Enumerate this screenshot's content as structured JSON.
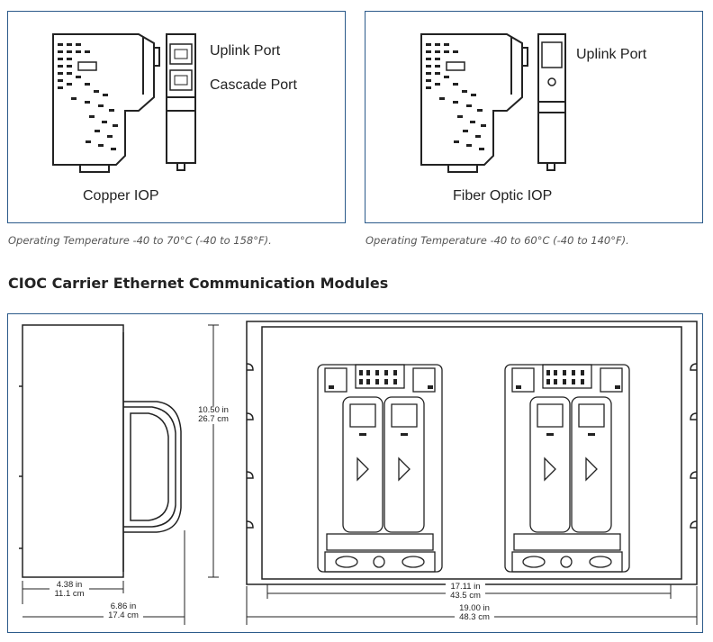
{
  "copper_panel": {
    "uplink_label": "Uplink Port",
    "cascade_label": "Cascade Port",
    "title": "Copper IOP",
    "caption": "Operating Temperature -40 to 70°C (-40 to 158°F)."
  },
  "fiber_panel": {
    "uplink_label": "Uplink Port",
    "title": "Fiber Optic IOP",
    "caption": "Operating Temperature -40 to 60°C (-40 to 140°F)."
  },
  "section_heading": "CIOC Carrier Ethernet Communication Modules",
  "carrier_side": {
    "height_in": "10.50 in",
    "height_cm": "26.7 cm",
    "depth_in": "4.38 in",
    "depth_cm": "11.1 cm",
    "total_depth_in": "6.86 in",
    "total_depth_cm": "17.4 cm"
  },
  "carrier_front": {
    "inner_width_in": "17.11 in",
    "inner_width_cm": "43.5 cm",
    "outer_width_in": "19.00 in",
    "outer_width_cm": "48.3 cm"
  },
  "colors": {
    "panel_border": "#2b5a8a",
    "line": "#222222"
  }
}
